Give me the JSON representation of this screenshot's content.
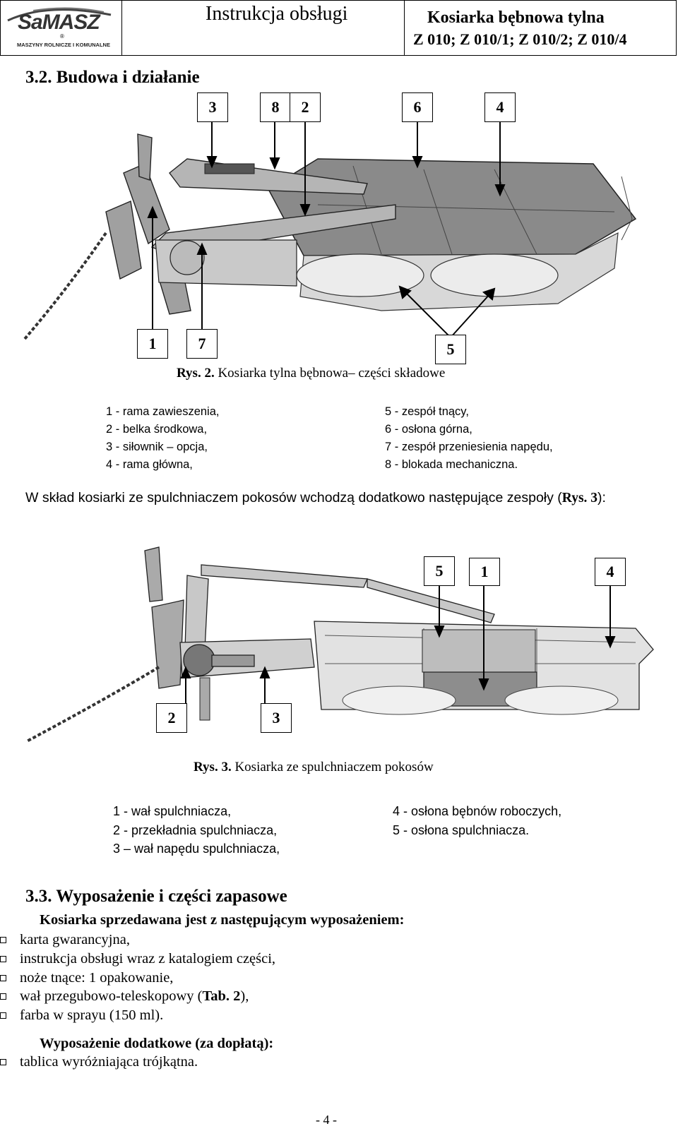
{
  "header": {
    "logo_text": "SaMASZ",
    "logo_reg": "®",
    "logo_sub": "MASZYNY ROLNICZE I KOMUNALNE",
    "title": "Instrukcja obsługi",
    "product_name": "Kosiarka bębnowa tylna",
    "models": "Z 010; Z 010/1; Z 010/2; Z 010/4"
  },
  "section_32": {
    "heading": "3.2. Budowa i działanie",
    "figure": {
      "labels_top": [
        "3",
        "8",
        "2",
        "6",
        "4"
      ],
      "labels_bottom": [
        "1",
        "7",
        "5"
      ],
      "caption_prefix": "Rys. 2.",
      "caption_text": " Kosiarka tylna bębnowa– części składowe"
    },
    "legend_left": [
      "1 - rama zawieszenia,",
      "2 - belka środkowa,",
      "3 - siłownik – opcja,",
      "4 - rama główna,"
    ],
    "legend_right": [
      "5 - zespół tnący,",
      "6 - osłona górna,",
      "7 - zespół przeniesienia napędu,",
      "8 - blokada mechaniczna."
    ],
    "paragraph_text": "W skład kosiarki ze spulchniaczem pokosów wchodzą dodatkowo następujące zespoły (",
    "paragraph_ref": "Rys. 3",
    "paragraph_end": "):",
    "figure3": {
      "labels_top": [
        "5",
        "1",
        "4"
      ],
      "labels_bottom": [
        "2",
        "3"
      ],
      "caption_prefix": "Rys. 3.",
      "caption_text": " Kosiarka ze spulchniaczem pokosów"
    },
    "legend3_left": [
      "1 - wał spulchniacza,",
      "2 - przekładnia spulchniacza,",
      "3 – wał napędu spulchniacza,"
    ],
    "legend3_right": [
      "4 - osłona bębnów roboczych,",
      "5 - osłona spulchniacza."
    ]
  },
  "section_33": {
    "heading": "3.3. Wyposażenie i części zapasowe",
    "standard_title": "Kosiarka sprzedawana jest z następującym wyposażeniem:",
    "standard_items": [
      "karta gwarancyjna,",
      "instrukcja obsługi wraz z katalogiem części,",
      "noże tnące: 1 opakowanie,",
      "wał przegubowo-teleskopowy (",
      "farba w sprayu (150 ml)."
    ],
    "item4_ref": "Tab. 2",
    "item4_end": "),",
    "extra_title": "Wyposażenie dodatkowe (za dopłatą):",
    "extra_items": [
      "tablica wyróżniająca trójkątna."
    ]
  },
  "footer": {
    "page": "- 4 -"
  }
}
